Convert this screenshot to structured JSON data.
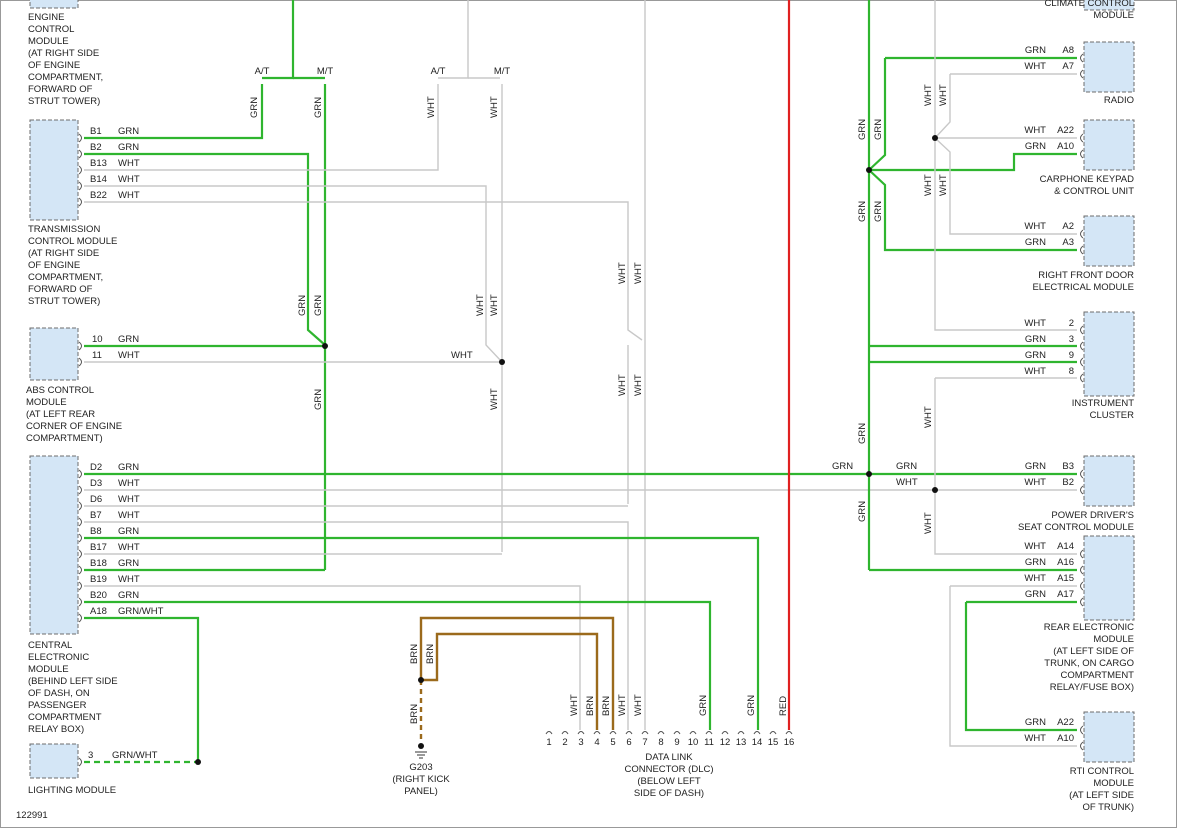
{
  "diagram_id": "122991",
  "colors": {
    "grn": "#2fb52f",
    "wht": "#c8c8c8",
    "red": "#e02020",
    "brn": "#9b6a1c",
    "module": "#d4e6f6"
  },
  "modules": {
    "ecm": [
      "ENGINE",
      "CONTROL",
      "MODULE",
      "(AT RIGHT SIDE",
      "OF ENGINE",
      "COMPARTMENT,",
      "FORWARD OF",
      "STRUT TOWER)"
    ],
    "tcm": [
      "TRANSMISSION",
      "CONTROL MODULE",
      "(AT RIGHT SIDE",
      "OF ENGINE",
      "COMPARTMENT,",
      "FORWARD OF",
      "STRUT TOWER)"
    ],
    "abs": [
      "ABS CONTROL",
      "MODULE",
      "(AT LEFT REAR",
      "CORNER OF ENGINE",
      "COMPARTMENT)"
    ],
    "cem": [
      "CENTRAL",
      "ELECTRONIC",
      "MODULE",
      "(BEHIND LEFT SIDE",
      "OF DASH, ON",
      "PASSENGER",
      "COMPARTMENT",
      "RELAY BOX)"
    ],
    "lighting": [
      "LIGHTING MODULE"
    ],
    "g203": [
      "G203",
      "(RIGHT KICK",
      "PANEL)"
    ],
    "dlc": [
      "DATA LINK",
      "CONNECTOR (DLC)",
      "(BELOW LEFT",
      "SIDE OF DASH)"
    ],
    "climate": [
      "CLIMATE CONTROL",
      "MODULE"
    ],
    "radio": [
      "RADIO"
    ],
    "carphone": [
      "CARPHONE KEYPAD",
      "& CONTROL UNIT"
    ],
    "rfdoor": [
      "RIGHT FRONT DOOR",
      "ELECTRICAL MODULE"
    ],
    "cluster": [
      "INSTRUMENT",
      "CLUSTER"
    ],
    "seat": [
      "POWER DRIVER'S",
      "SEAT CONTROL MODULE"
    ],
    "rem": [
      "REAR ELECTRONIC",
      "MODULE",
      "(AT LEFT SIDE OF",
      "TRUNK, ON CARGO",
      "COMPARTMENT",
      "RELAY/FUSE BOX)"
    ],
    "rti": [
      "RTI CONTROL",
      "MODULE",
      "(AT LEFT SIDE",
      "OF TRUNK)"
    ]
  },
  "pins": {
    "tcm": [
      [
        "B1",
        "GRN"
      ],
      [
        "B2",
        "GRN"
      ],
      [
        "B13",
        "WHT"
      ],
      [
        "B14",
        "WHT"
      ],
      [
        "B22",
        "WHT"
      ]
    ],
    "abs": [
      [
        "10",
        "GRN"
      ],
      [
        "11",
        "WHT"
      ]
    ],
    "cem": [
      [
        "D2",
        "GRN"
      ],
      [
        "D3",
        "WHT"
      ],
      [
        "D6",
        "WHT"
      ],
      [
        "B7",
        "WHT"
      ],
      [
        "B8",
        "GRN"
      ],
      [
        "B17",
        "WHT"
      ],
      [
        "B18",
        "GRN"
      ],
      [
        "B19",
        "WHT"
      ],
      [
        "B20",
        "GRN"
      ],
      [
        "A18",
        "GRN/WHT"
      ]
    ],
    "lighting": [
      [
        "3",
        "GRN/WHT"
      ]
    ],
    "radio": [
      [
        "A8",
        "GRN"
      ],
      [
        "A7",
        "WHT"
      ]
    ],
    "carphone": [
      [
        "A22",
        "WHT"
      ],
      [
        "A10",
        "GRN"
      ]
    ],
    "rfdoor": [
      [
        "A2",
        "WHT"
      ],
      [
        "A3",
        "GRN"
      ]
    ],
    "cluster": [
      [
        "2",
        "WHT"
      ],
      [
        "3",
        "GRN"
      ],
      [
        "9",
        "GRN"
      ],
      [
        "8",
        "WHT"
      ]
    ],
    "seat": [
      [
        "B3",
        "GRN"
      ],
      [
        "B2",
        "WHT"
      ]
    ],
    "rem": [
      [
        "A14",
        "WHT"
      ],
      [
        "A16",
        "GRN"
      ],
      [
        "A15",
        "WHT"
      ],
      [
        "A17",
        "GRN"
      ]
    ],
    "rti": [
      [
        "A22",
        "GRN"
      ],
      [
        "A10",
        "WHT"
      ]
    ]
  },
  "dlc_pins": [
    "1",
    "2",
    "3",
    "4",
    "5",
    "6",
    "7",
    "8",
    "9",
    "10",
    "11",
    "12",
    "13",
    "14",
    "15",
    "16"
  ],
  "trans_labels": {
    "at": "A/T",
    "mt": "M/T"
  },
  "wire_labels": {
    "grn": "GRN",
    "wht": "WHT",
    "brn": "BRN",
    "red": "RED"
  }
}
